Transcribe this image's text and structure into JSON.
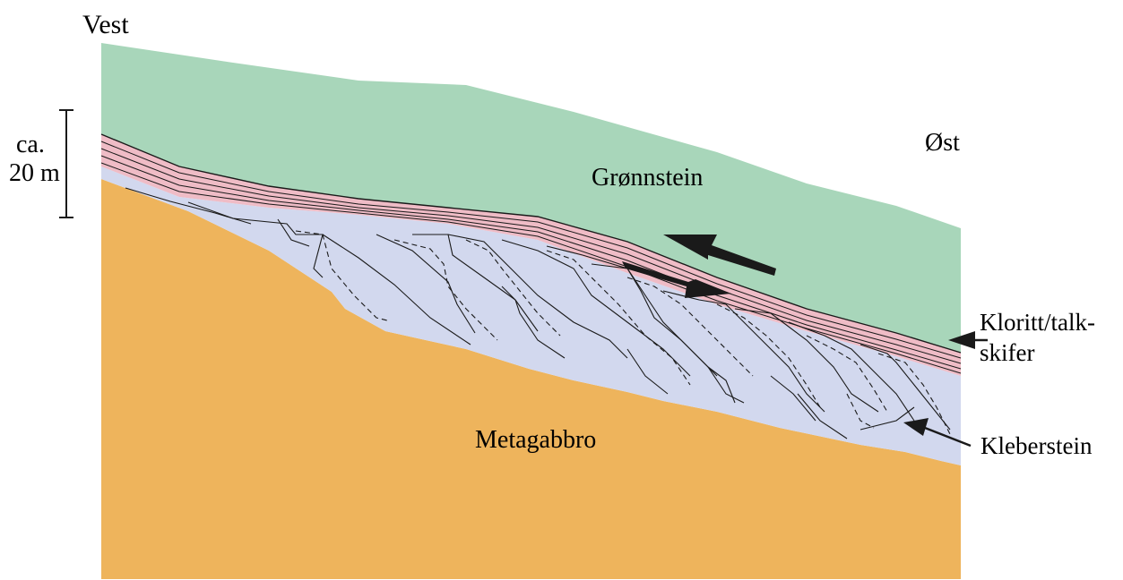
{
  "directions": {
    "west": "Vest",
    "east": "Øst"
  },
  "scale_bar": {
    "line1": "ca.",
    "line2": "20 m"
  },
  "units": {
    "greenstone": "Grønnstein",
    "metagabbro": "Metagabbro",
    "chlorite_talc_line1": "Kloritt/talk-",
    "chlorite_talc_line2": "skifer",
    "soapstone": "Kleberstein"
  },
  "colors": {
    "greenstone": "#a8d6ba",
    "chlorite_talc": "#efbcc6",
    "soapstone": "#d2d8ee",
    "metagabbro": "#eeb45c",
    "line": "#1a1a1a"
  }
}
